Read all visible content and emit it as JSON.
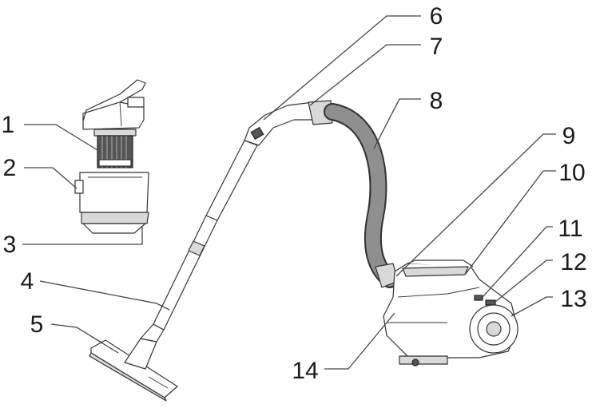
{
  "diagram": {
    "colors": {
      "line": "#333333",
      "text": "#1a1a1a",
      "background": "#ffffff",
      "shade": "#d9d9d9"
    },
    "parts": [
      {
        "id": "dust-container-lid",
        "number": "1"
      },
      {
        "id": "dust-container-release",
        "number": "2"
      },
      {
        "id": "dust-container",
        "number": "3"
      },
      {
        "id": "telescopic-tube",
        "number": "4"
      },
      {
        "id": "floor-brush",
        "number": "5"
      },
      {
        "id": "handle-suction-control",
        "number": "6"
      },
      {
        "id": "handle",
        "number": "7"
      },
      {
        "id": "flexible-hose",
        "number": "8"
      },
      {
        "id": "hose-inlet",
        "number": "9"
      },
      {
        "id": "carry-handle",
        "number": "10"
      },
      {
        "id": "power-switch",
        "number": "11"
      },
      {
        "id": "cord-rewind-button",
        "number": "12"
      },
      {
        "id": "rear-wheel",
        "number": "13"
      },
      {
        "id": "front-castor",
        "number": "14"
      }
    ]
  }
}
